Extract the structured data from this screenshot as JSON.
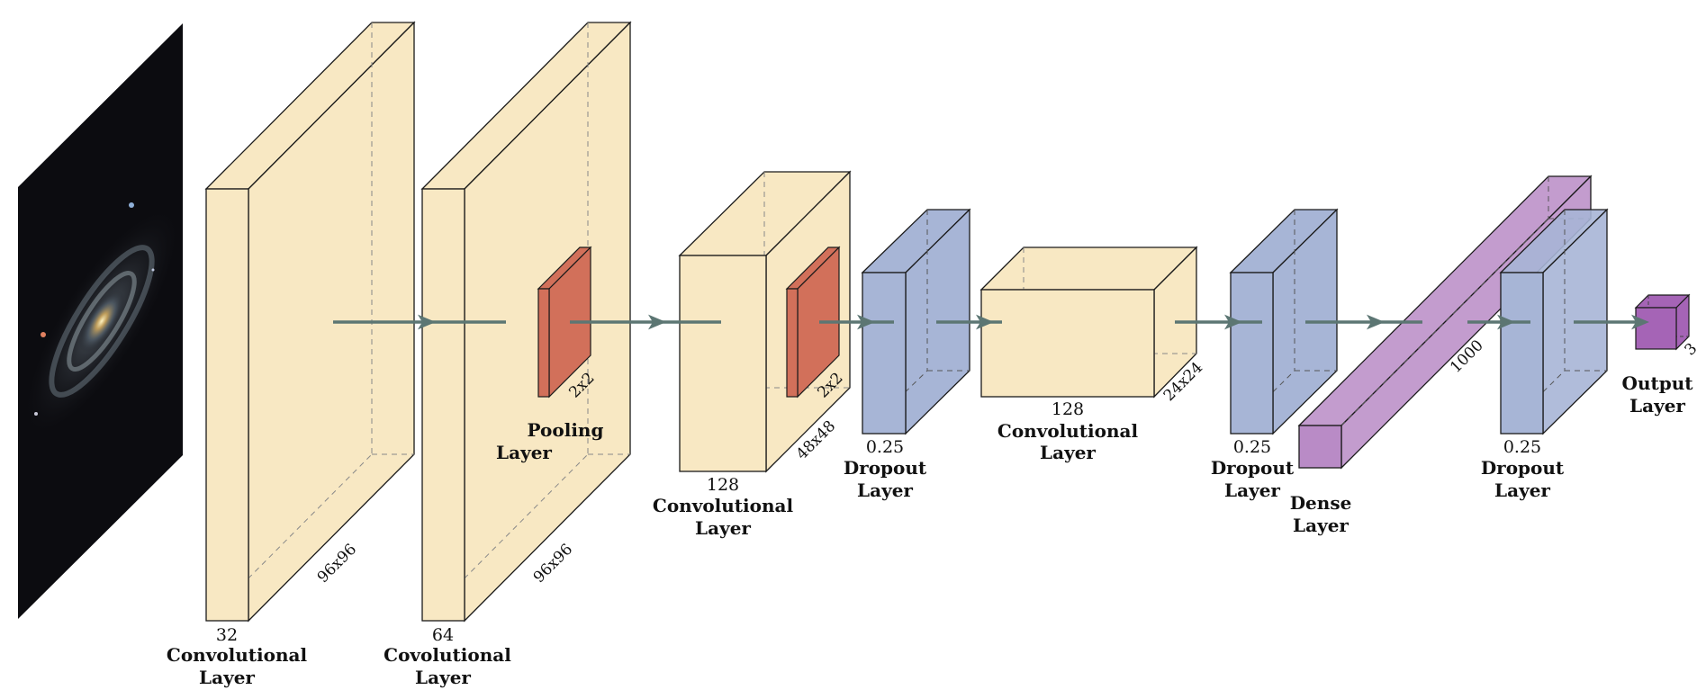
{
  "labels": {
    "conv1_filters": "32",
    "conv1_title_1": "Convolutional",
    "conv1_title_2": "Layer",
    "conv1_dim": "96x96",
    "conv2_filters": "64",
    "conv2_title_1": "Covolutional",
    "conv2_title_2": "Layer",
    "conv2_dim": "96x96",
    "pool1_dim": "2x2",
    "pool1_title_1": "Pooling",
    "pool1_title_2": "Layer",
    "conv3_filters": "128",
    "conv3_title_1": "Convolutional",
    "conv3_title_2": "Layer",
    "conv3_dim": "48x48",
    "pool2_dim": "2x2",
    "drop1_rate": "0.25",
    "drop1_title_1": "Dropout",
    "drop1_title_2": "Layer",
    "conv4_filters": "128",
    "conv4_title_1": "Convolutional",
    "conv4_title_2": "Layer",
    "conv4_dim": "24x24",
    "drop2_rate": "0.25",
    "drop2_title_1": "Dropout",
    "drop2_title_2": "Layer",
    "dense_units": "1000",
    "dense_title_1": "Dense",
    "dense_title_2": "Layer",
    "drop3_rate": "0.25",
    "drop3_title_1": "Dropout",
    "drop3_title_2": "Layer",
    "output_units": "3",
    "output_title_1": "Output",
    "output_title_2": "Layer"
  },
  "colors": {
    "conv": "#f8e8c3",
    "pool": "#d2705a",
    "dropout": "#a7b5d6",
    "dense": "#b98bc6",
    "output": "#a564b6",
    "arrow": "#5c7673",
    "input_bg": "#0c0c10"
  },
  "icons": {
    "input_image": "spiral-galaxy-image",
    "arrow": "right-arrow-icon"
  }
}
